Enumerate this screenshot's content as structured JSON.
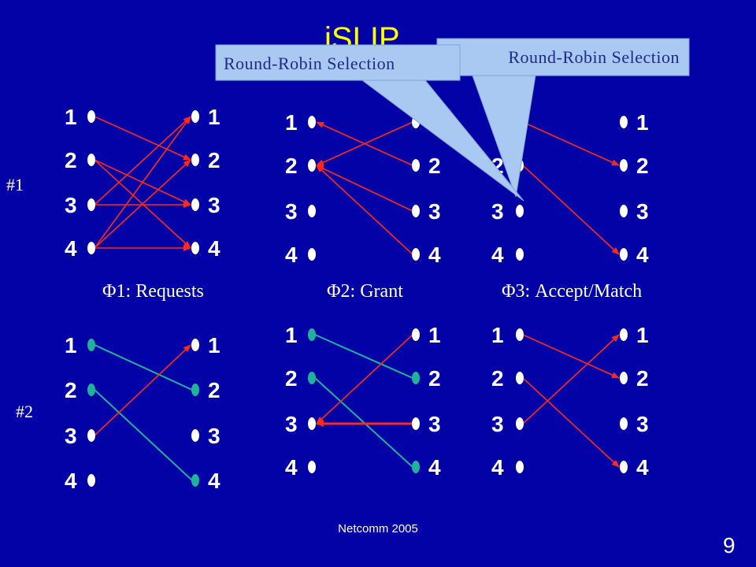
{
  "slide": {
    "title": "iSLIP",
    "footer": "Netcomm 2005",
    "page_number": "9"
  },
  "colors": {
    "background": "#0202a6",
    "request_arrow": "#ff2a1a",
    "pointer_line": "#1fb39a",
    "title": "#ffff00",
    "callout_fill": "#a9c8f2",
    "callout_text": "#1f2a8a"
  },
  "iterations": [
    {
      "label": "#1"
    },
    {
      "label": "#2"
    }
  ],
  "phases": [
    {
      "label": "Φ1: Requests"
    },
    {
      "label": "Φ2: Grant"
    },
    {
      "label": "Φ3: Accept/Match"
    }
  ],
  "callouts": [
    {
      "text": "Round-Robin Selection"
    },
    {
      "text": "Round-Robin Selection"
    }
  ],
  "nodes": {
    "inputs": [
      "1",
      "2",
      "3",
      "4"
    ],
    "outputs": [
      "1",
      "2",
      "3",
      "4"
    ]
  },
  "panels": [
    {
      "name": "iter1-requests",
      "cyan": [],
      "arrows": [
        {
          "dir": "io",
          "from": 1,
          "to": 2
        },
        {
          "dir": "io",
          "from": 2,
          "to": 3
        },
        {
          "dir": "io",
          "from": 2,
          "to": 4
        },
        {
          "dir": "io",
          "from": 3,
          "to": 1
        },
        {
          "dir": "io",
          "from": 3,
          "to": 3
        },
        {
          "dir": "io",
          "from": 4,
          "to": 1
        },
        {
          "dir": "io",
          "from": 4,
          "to": 2
        },
        {
          "dir": "io",
          "from": 4,
          "to": 4
        }
      ],
      "lines": []
    },
    {
      "name": "iter1-grant",
      "cyan": [],
      "arrows": [
        {
          "dir": "oi",
          "from": 1,
          "to": 2
        },
        {
          "dir": "oi",
          "from": 2,
          "to": 1
        },
        {
          "dir": "oi",
          "from": 3,
          "to": 2
        },
        {
          "dir": "oi",
          "from": 4,
          "to": 2
        }
      ],
      "lines": []
    },
    {
      "name": "iter1-accept",
      "cyan": [],
      "arrows": [
        {
          "dir": "io",
          "from": 1,
          "to": 2
        },
        {
          "dir": "io",
          "from": 2,
          "to": 4
        }
      ],
      "lines": []
    },
    {
      "name": "iter2-requests",
      "cyan": [
        {
          "side": "in",
          "idx": 1
        },
        {
          "side": "in",
          "idx": 2
        },
        {
          "side": "out",
          "idx": 2
        },
        {
          "side": "out",
          "idx": 4
        }
      ],
      "arrows": [
        {
          "dir": "io",
          "from": 3,
          "to": 1
        }
      ],
      "lines": [
        {
          "from": 1,
          "to": 2
        },
        {
          "from": 2,
          "to": 4
        }
      ]
    },
    {
      "name": "iter2-grant",
      "cyan": [
        {
          "side": "in",
          "idx": 1
        },
        {
          "side": "in",
          "idx": 2
        },
        {
          "side": "out",
          "idx": 2
        },
        {
          "side": "out",
          "idx": 4
        }
      ],
      "arrows": [
        {
          "dir": "oi",
          "from": 1,
          "to": 3
        },
        {
          "dir": "oi",
          "from": 3,
          "to": 3
        }
      ],
      "lines": [
        {
          "from": 1,
          "to": 2
        },
        {
          "from": 2,
          "to": 4
        }
      ]
    },
    {
      "name": "iter2-accept",
      "cyan": [],
      "arrows": [
        {
          "dir": "io",
          "from": 1,
          "to": 2
        },
        {
          "dir": "io",
          "from": 2,
          "to": 4
        },
        {
          "dir": "io",
          "from": 3,
          "to": 1
        }
      ],
      "lines": []
    }
  ]
}
